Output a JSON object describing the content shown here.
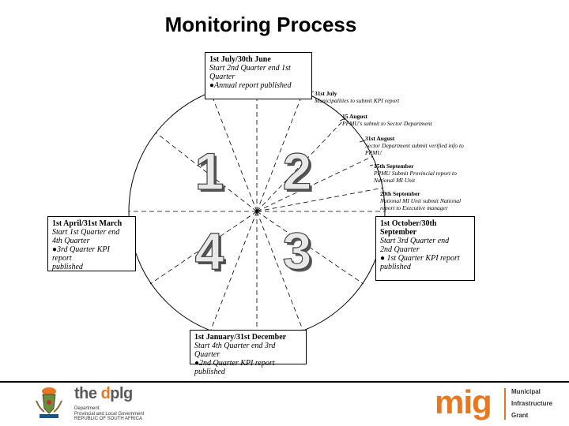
{
  "title": "Monitoring Process",
  "quarters": {
    "q1": "1",
    "q2": "2",
    "q3": "3",
    "q4": "4"
  },
  "boxes": {
    "top": {
      "heading": "1st July/30th June",
      "line1": "Start 2nd Quarter end 1st",
      "line2": "Quarter",
      "line3": "●Annual report published"
    },
    "left": {
      "heading": "1st April/31st March",
      "line1": "Start 1st Quarter end",
      "line2": "4th Quarter",
      "line3": "●3rd Quarter KPI report",
      "line4": "published"
    },
    "right": {
      "heading1": "1st October/30th",
      "heading2": "September",
      "line1": "Start 3rd Quarter end",
      "line2": "2nd Quarter",
      "line3": "● 1st Quarter KPI report",
      "line4": "published"
    },
    "bottom": {
      "heading": "1st January/31st December",
      "line1": "Start 4th Quarter end 3rd Quarter",
      "line2": "●2nd Quarter KPI report published"
    }
  },
  "notes": {
    "n1": {
      "date": "31st July",
      "text": "Municipalities to submit KPI report"
    },
    "n2": {
      "date": "15 August",
      "text": "PPMU's submit to Sector Department"
    },
    "n3": {
      "date": "31st August",
      "text1": "Sector Department submit verified info to",
      "text2": "PPMU"
    },
    "n4": {
      "date": "15th September",
      "text1": "PPMU Submit Provincial report to",
      "text2": "National MI Unit"
    },
    "n5": {
      "date": "20th September",
      "text1": "National MI Unit submit National",
      "text2": "report to Executive manager"
    }
  },
  "footer": {
    "dplg_brand_the": "the ",
    "dplg_brand_d": "d",
    "dplg_brand_plg": "plg",
    "dplg_sub1": "Department:",
    "dplg_sub2": "Provincial and Local Government",
    "dplg_sub3": "REPUBLIC OF SOUTH AFRICA",
    "mig_logo": "mig",
    "mig_word1": "Municipal",
    "mig_word2": "Infrastructure",
    "mig_word3": "Grant"
  },
  "colors": {
    "accent": "#e87722",
    "numeral_fill": "#e8e8e8",
    "numeral_shadow": "#555555"
  }
}
